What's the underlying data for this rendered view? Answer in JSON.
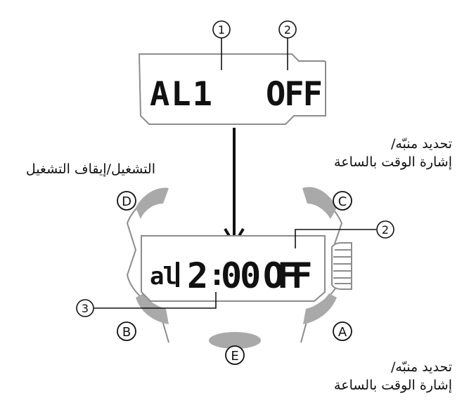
{
  "callouts": {
    "one": "①",
    "two": "②",
    "three": "③"
  },
  "top_display": {
    "left_text": "AL1",
    "right_text": "OFF"
  },
  "bottom_display": {
    "text": "al2:00OFF",
    "mode_glyph": "al",
    "hour": "2",
    "colon": ":",
    "minutes": "00",
    "state": "OFF"
  },
  "buttons": {
    "a": "A",
    "b": "B",
    "c": "C",
    "d": "D",
    "e": "E"
  },
  "labels": {
    "d_button_label": "التشغيل/إيقاف التشغيل",
    "c_button_label_line1": "تحديد منبّه/",
    "c_button_label_line2": "إشارة الوقت بالساعة",
    "a_button_label_line1": "تحديد منبّه/",
    "a_button_label_line2": "إشارة الوقت بالساعة"
  },
  "colors": {
    "button_gray": "#a9a9a9",
    "outline_gray": "#8c8c8c",
    "ink": "#111111"
  }
}
